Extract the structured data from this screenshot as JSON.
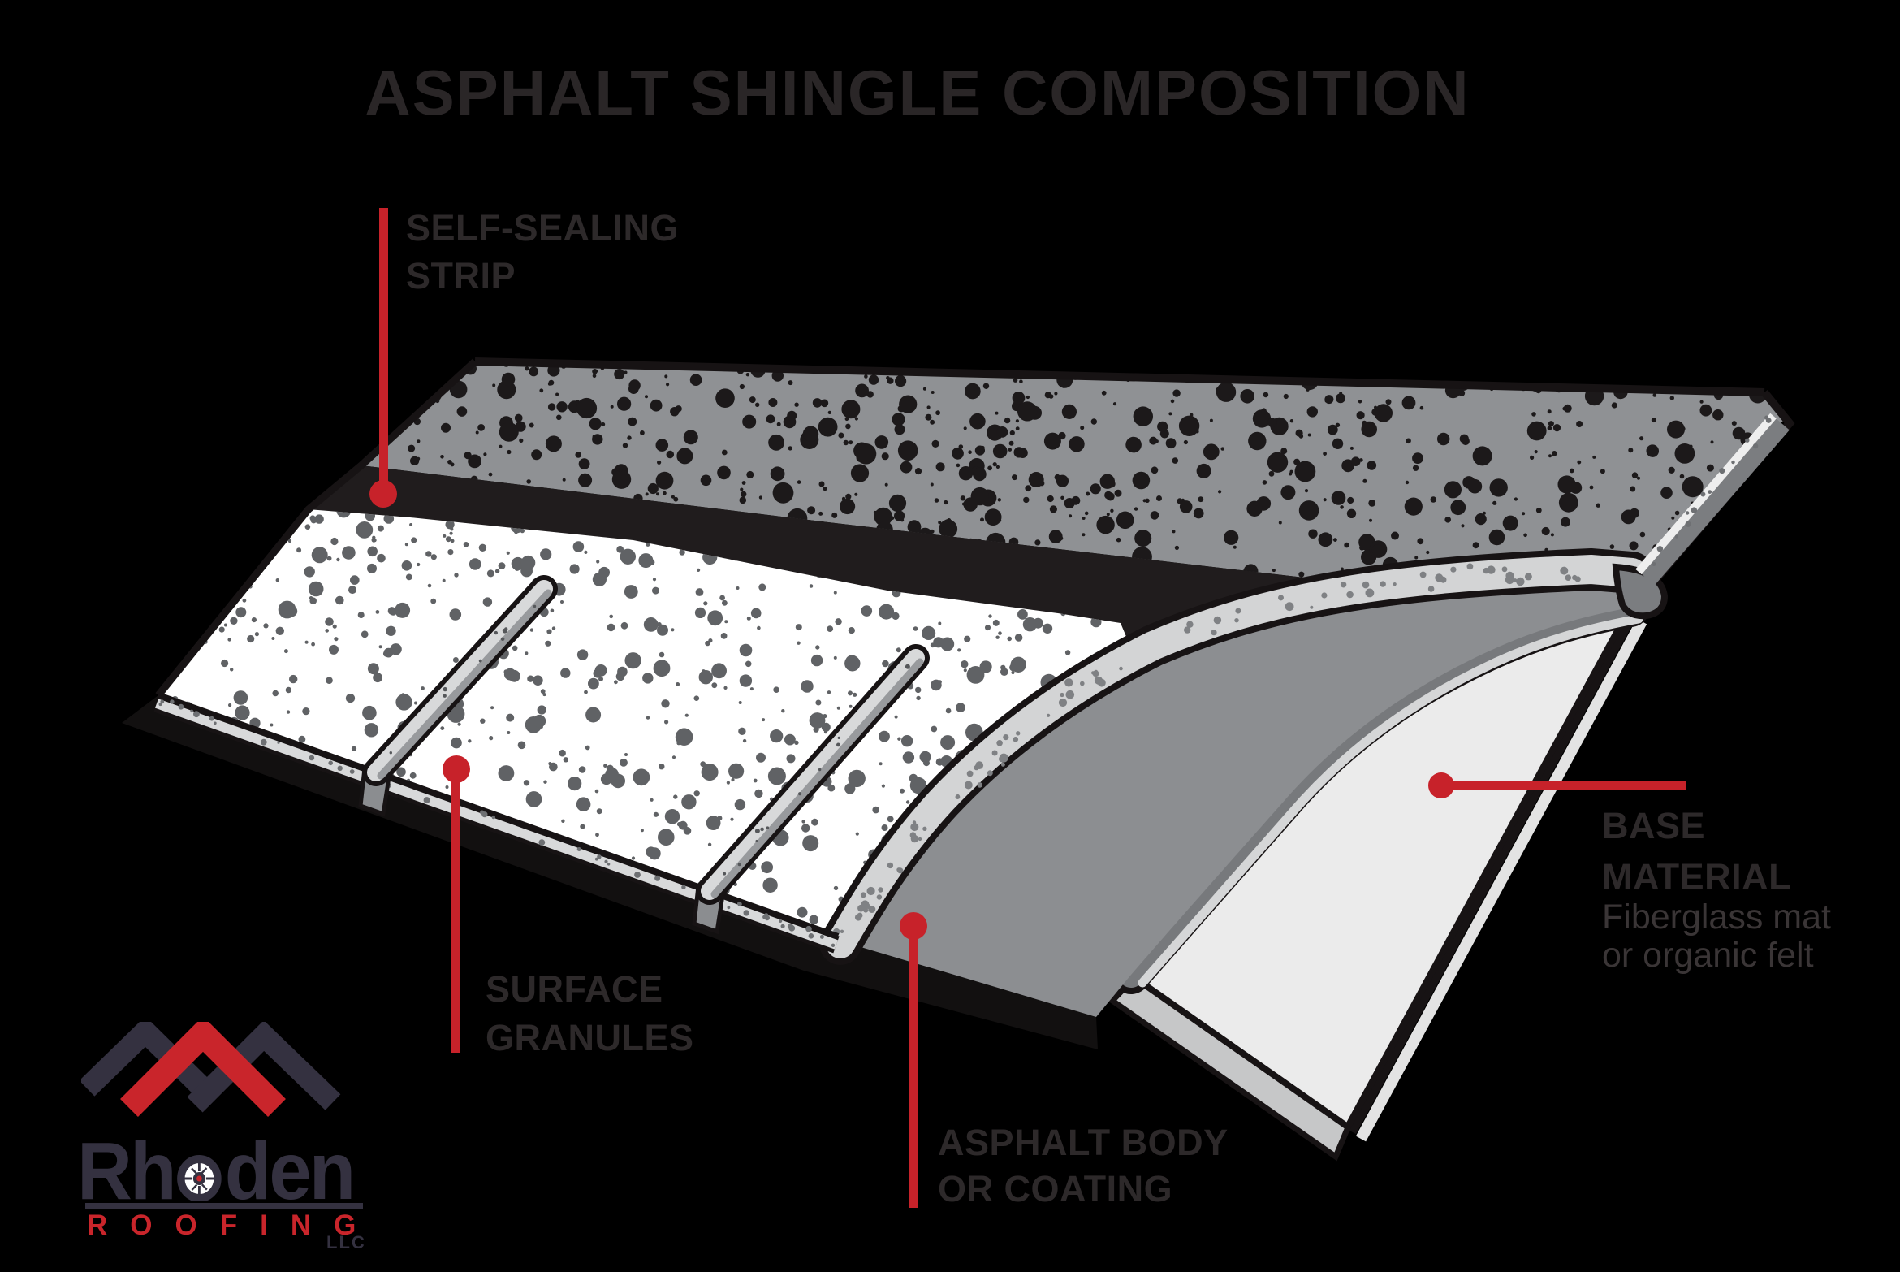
{
  "title": "ASPHALT SHINGLE COMPOSITION",
  "callouts": {
    "self_sealing_strip": {
      "lines": [
        "SELF-SEALING",
        "STRIP"
      ]
    },
    "surface_granules": {
      "lines": [
        "SURFACE",
        "GRANULES"
      ]
    },
    "asphalt_body": {
      "lines": [
        "ASPHALT BODY",
        "OR COATING"
      ]
    },
    "base_material": {
      "lines": [
        "BASE",
        "MATERIAL"
      ],
      "sublines": [
        "Fiberglass mat",
        "or organic felt"
      ]
    }
  },
  "logo": {
    "name_full": "Rhoden",
    "name_prefix": "Rh",
    "name_suffix": "den",
    "word": "ROOFING",
    "entity": "LLC"
  },
  "colors": {
    "background": "#000000",
    "accent_red": "#c7222a",
    "title_text": "#2a2627",
    "label_text": "#2d292a",
    "sub_text": "#3a3536",
    "logo_navy": "#343140",
    "logo_red": "#c9252b",
    "granule_top_gray": "#8f9194",
    "granule_front_white": "#ffffff",
    "strip_black": "#201c1d",
    "asphalt_gray": "#8c8e91",
    "curl_band_light": "#d3d4d5",
    "edge_band_gray": "#7b7d80",
    "base_sheet_white": "#ebebeb",
    "base_bevel_gray": "#c6c7c8",
    "ink": "#171314",
    "speckle_dark": "#1c191a",
    "speckle_on_white": "#606265",
    "speckle_on_band": "#7f8184"
  }
}
